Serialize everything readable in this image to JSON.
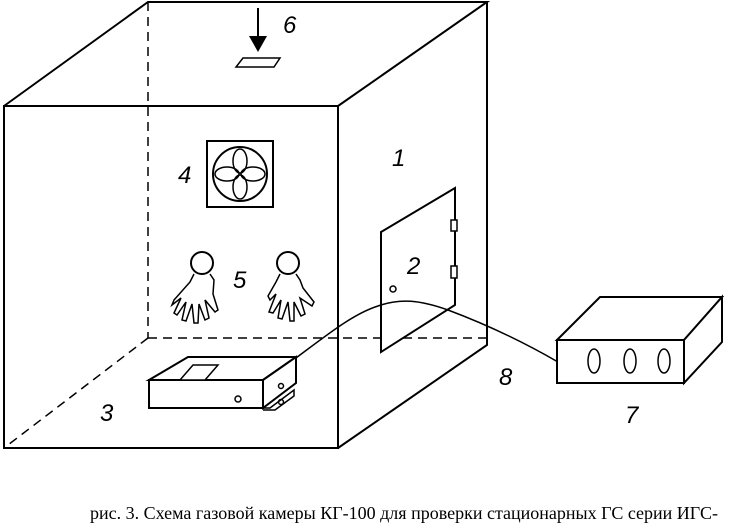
{
  "labels": {
    "chamber": "1",
    "door": "2",
    "floor": "3",
    "fan": "4",
    "gloves": "5",
    "inlet": "6",
    "controller": "7",
    "cable": "8"
  },
  "caption": "рис. 3. Схема газовой камеры КГ-100 для проверки стационарных ГС серии ИГС-"
}
